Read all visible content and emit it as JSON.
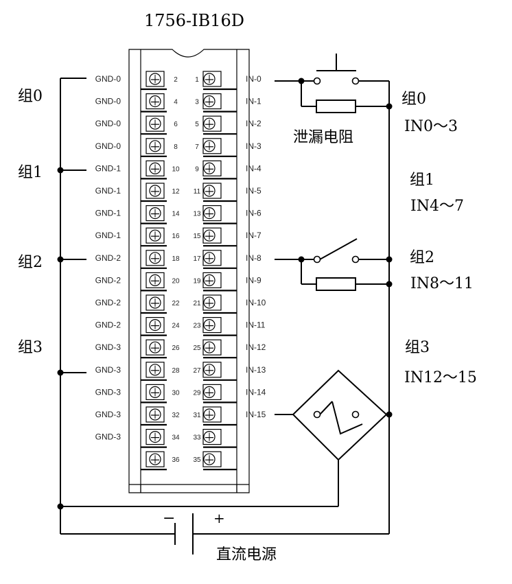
{
  "module_title": "1756-IB16D",
  "gnd_labels": [
    "GND-0",
    "GND-0",
    "GND-0",
    "GND-0",
    "GND-1",
    "GND-1",
    "GND-1",
    "GND-1",
    "GND-2",
    "GND-2",
    "GND-2",
    "GND-2",
    "GND-3",
    "GND-3",
    "GND-3",
    "GND-3",
    "GND-3"
  ],
  "in_labels": [
    "IN-0",
    "IN-1",
    "IN-2",
    "IN-3",
    "IN-4",
    "IN-5",
    "IN-6",
    "IN-7",
    "IN-8",
    "IN-9",
    "IN-10",
    "IN-11",
    "IN-12",
    "IN-13",
    "IN-14",
    "IN-15"
  ],
  "terminal_left_numbers": [
    "2",
    "4",
    "6",
    "8",
    "10",
    "12",
    "14",
    "16",
    "18",
    "20",
    "22",
    "24",
    "26",
    "28",
    "30",
    "32",
    "34",
    "36"
  ],
  "terminal_right_numbers": [
    "1",
    "3",
    "5",
    "7",
    "9",
    "11",
    "13",
    "15",
    "17",
    "19",
    "21",
    "23",
    "25",
    "27",
    "29",
    "31",
    "33",
    "35"
  ],
  "left_groups": [
    "组0",
    "组1",
    "组2",
    "组3"
  ],
  "right_groups": [
    {
      "name": "组0",
      "range": "IN0～3"
    },
    {
      "name": "组1",
      "range": "IN4～7"
    },
    {
      "name": "组2",
      "range": "IN8～11"
    },
    {
      "name": "组3",
      "range": "IN12～15"
    }
  ],
  "leakage_resistor_label": "泄漏电阻",
  "dc_supply_label": "直流电源",
  "battery_minus": "−",
  "battery_plus": "+"
}
